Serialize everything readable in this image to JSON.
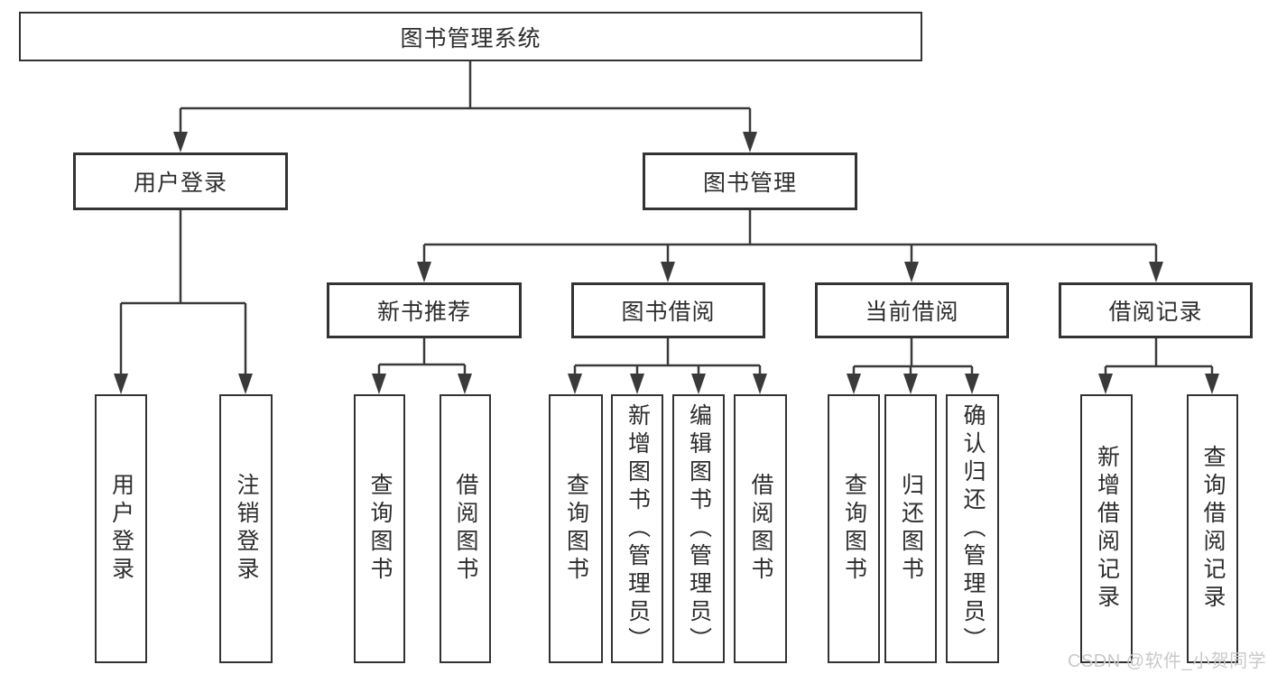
{
  "diagram": {
    "root": {
      "label": "图书管理系统"
    },
    "branches": [
      {
        "label": "用户登录",
        "children": [
          {
            "label": "用户登录"
          },
          {
            "label": "注销登录"
          }
        ]
      },
      {
        "label": "图书管理",
        "children": [
          {
            "label": "新书推荐",
            "children": [
              {
                "label": "查询图书"
              },
              {
                "label": "借阅图书"
              }
            ]
          },
          {
            "label": "图书借阅",
            "children": [
              {
                "label": "查询图书"
              },
              {
                "label": "新增图书（管理员）"
              },
              {
                "label": "编辑图书（管理员）"
              },
              {
                "label": "借阅图书"
              }
            ]
          },
          {
            "label": "当前借阅",
            "children": [
              {
                "label": "查询图书"
              },
              {
                "label": "归还图书"
              },
              {
                "label": "确认归还（管理员）"
              }
            ]
          },
          {
            "label": "借阅记录",
            "children": [
              {
                "label": "新增借阅记录"
              },
              {
                "label": "查询借阅记录"
              }
            ]
          }
        ]
      }
    ]
  },
  "watermark": {
    "text": "CSDN @软件_小贺同学"
  },
  "colors": {
    "border": "#333333",
    "line": "#3a3a3a",
    "text": "#2d2d2d",
    "watermark": "#c9c9c9",
    "background": "#ffffff"
  }
}
